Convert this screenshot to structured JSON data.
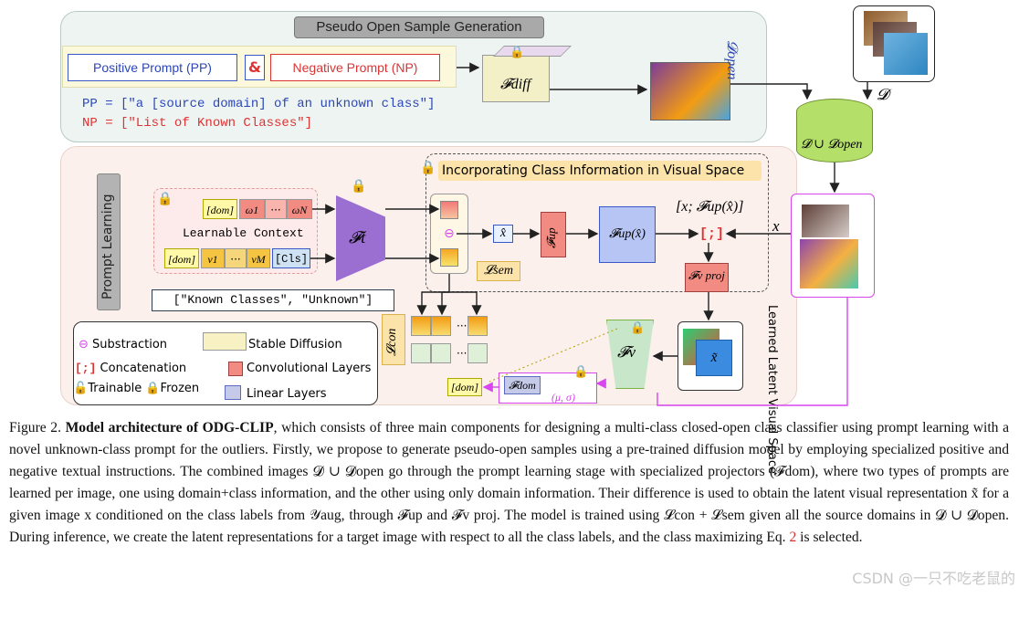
{
  "diagram": {
    "top_section": {
      "title": "Pseudo Open Sample Generation",
      "positive_prompt": "Positive Prompt (PP)",
      "amp": "&",
      "negative_prompt": "Negative Prompt (NP)",
      "pp_line": "PP = [\"a [source domain] of an unknown class\"]",
      "np_line": "NP = [\"List of Known Classes\"]",
      "f_diff": "𝓕diff",
      "d_open": "𝓓open",
      "d": "𝓓",
      "union": "𝓓 ∪ 𝓓open"
    },
    "bottom_section": {
      "prompt_learning": "Prompt Learning",
      "dom_token": "[dom]",
      "w1": "ω1",
      "dots": "···",
      "wN": "ωN",
      "learnable_context": "Learnable Context",
      "v1": "ν1",
      "vM": "νM",
      "cls": "[Cls]",
      "classes_list": "[\"Known Classes\", \"Unknown\"]",
      "f_t": "𝓕t",
      "incorporating": "Incorporating Class Information in Visual Space",
      "x_hat": "x̂",
      "f_up": "𝓕up",
      "f_up_x": "𝓕up(x̂)",
      "concat_expr": "[x; 𝓕up(x̂)]",
      "concat_token": "[;]",
      "x": "x",
      "l_sem": "𝓛sem",
      "f_proj": "𝓕v proj",
      "l_con": "𝓛con",
      "f_v": "𝓕v",
      "x_tilde": "x̃",
      "latent_space": "Learned Latent Visual Space",
      "dom_out": "[dom]",
      "f_dom": "𝓕dom",
      "mu_sigma": "(μ, σ)",
      "legend": {
        "substraction": "Substraction",
        "concatenation": "Concatenation",
        "trainable": "Trainable",
        "frozen": "Frozen",
        "stable_diffusion": "Stable Diffusion",
        "conv_layers": "Convolutional Layers",
        "linear_layers": "Linear Layers"
      }
    }
  },
  "caption": {
    "label": "Figure 2.",
    "title": "Model architecture of ODG-CLIP",
    "body": ", which consists of three main components for designing a multi-class closed-open class classifier using prompt learning with a novel unknown-class prompt for the outliers. Firstly, we propose to generate pseudo-open samples using a pre-trained diffusion model by employing specialized positive and negative textual instructions. The combined images 𝓓 ∪ 𝓓open go through the prompt learning stage with specialized projectors (𝓕dom), where two types of prompts are learned per image, one using domain+class information, and the other using only domain information. Their difference is used to obtain the latent visual representation x̃ for a given image x conditioned on the class labels from 𝒴aug, through 𝓕up and 𝓕v proj. The model is trained using 𝓛con + 𝓛sem given all the source domains in 𝓓 ∪ 𝓓open. During inference, we create the latent representations for a target image with respect to all the class labels, and the class maximizing Eq.",
    "eq_ref": "2",
    "end": "is selected."
  },
  "watermark": "CSDN @一只不吃老鼠的"
}
